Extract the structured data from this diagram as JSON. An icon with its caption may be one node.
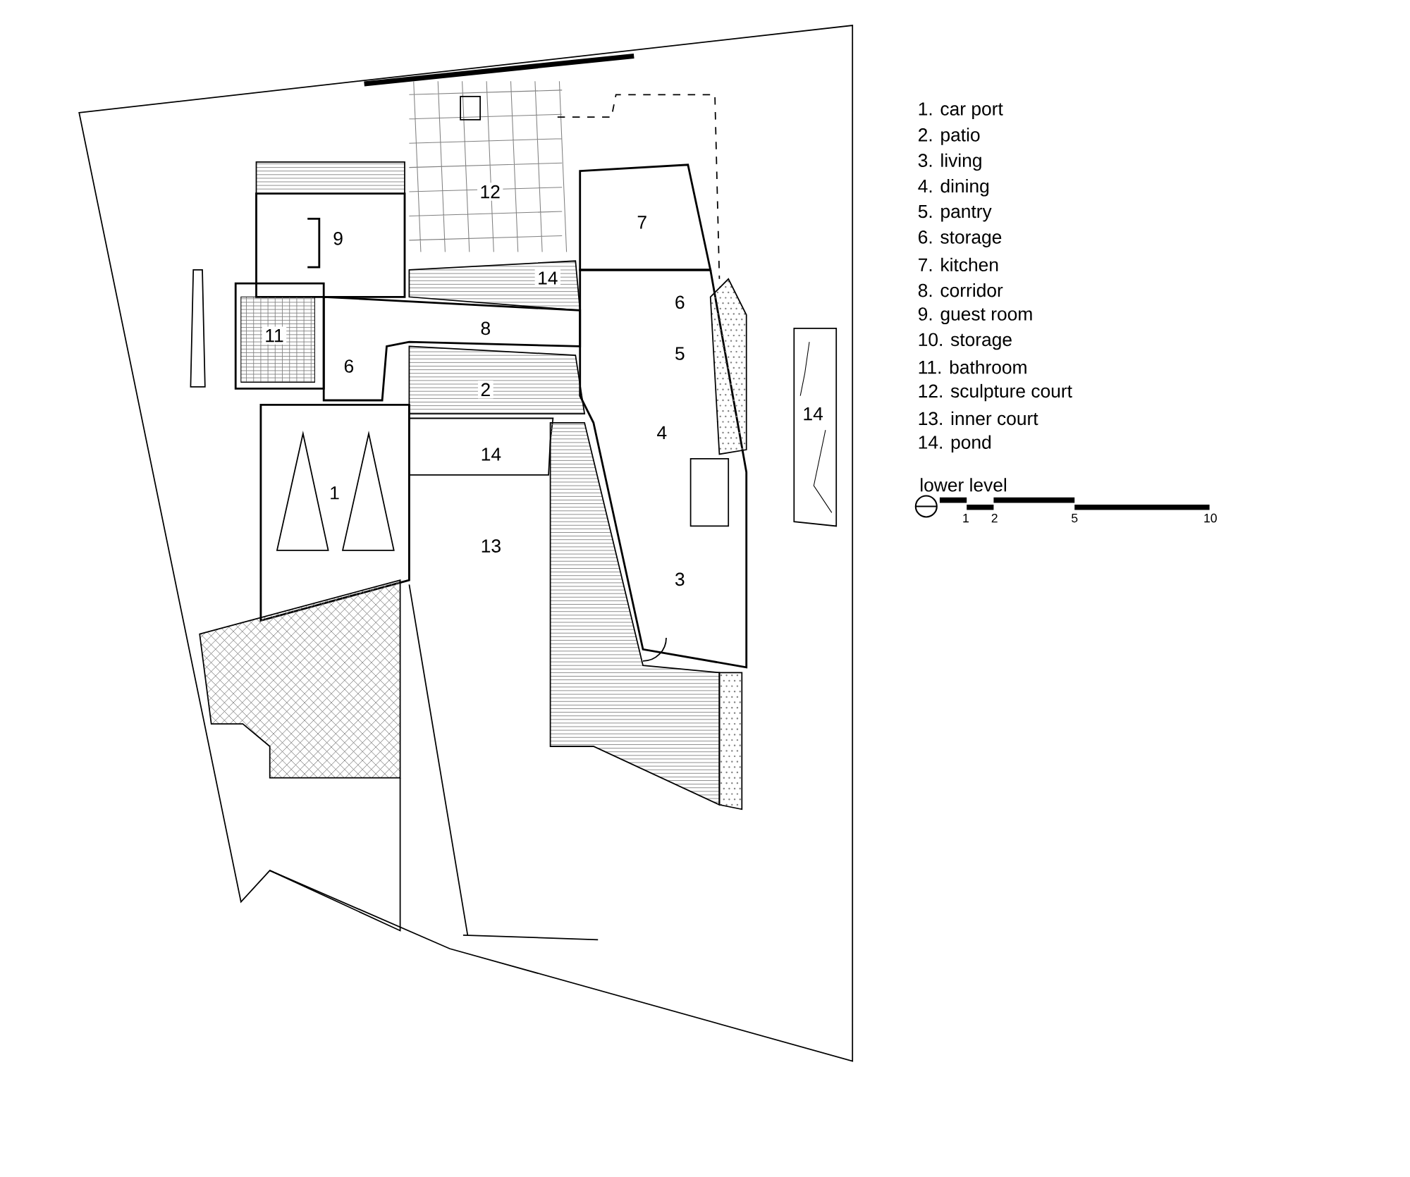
{
  "diagram": {
    "labels": [
      "12",
      "7",
      "9",
      "14",
      "6",
      "8",
      "11",
      "5",
      "6",
      "2",
      "14",
      "4",
      "14",
      "1",
      "13",
      "3",
      "1. car port",
      "2. patio",
      "3. living",
      "4. dining",
      "5. pantry",
      "6. storage",
      "7. kitchen",
      "8. corridor",
      "9. guest room",
      "10. storage",
      "11. bathroom",
      "12. sculpture court",
      "13. inner court",
      "14. pond",
      "lower level",
      "1",
      "2",
      "5",
      "10"
    ]
  }
}
